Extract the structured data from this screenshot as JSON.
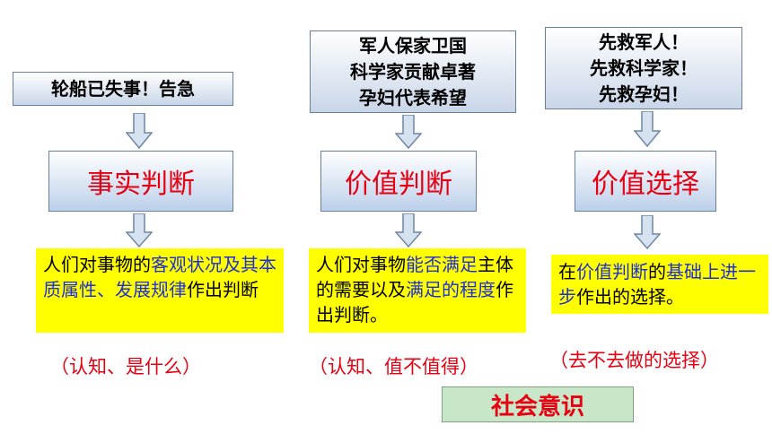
{
  "columns": [
    {
      "top_lines": [
        "轮船已失事！告急"
      ],
      "judgement": "事实判断",
      "desc": [
        {
          "t": "人们对事物的",
          "hl": false
        },
        {
          "t": "客观状况及其本质属性、发展规律",
          "hl": true
        },
        {
          "t": "作出判断",
          "hl": false
        }
      ],
      "note": "（认知、是什么）"
    },
    {
      "top_lines": [
        "军人保家卫国",
        "科学家贡献卓著",
        "孕妇代表希望"
      ],
      "judgement": "价值判断",
      "desc": [
        {
          "t": "人们对事物",
          "hl": false
        },
        {
          "t": "能否满足",
          "hl": true
        },
        {
          "t": "主体的需要以及",
          "hl": false
        },
        {
          "t": "满足的程度",
          "hl": true
        },
        {
          "t": "作出判断。",
          "hl": false
        }
      ],
      "note": "（认知、值不值得）"
    },
    {
      "top_lines": [
        "先救军人！",
        "先救科学家！",
        "先救孕妇！"
      ],
      "judgement": "价值选择",
      "desc": [
        {
          "t": "在",
          "hl": false
        },
        {
          "t": "价值判断",
          "hl": true
        },
        {
          "t": "的",
          "hl": false
        },
        {
          "t": "基础上进一步",
          "hl": true
        },
        {
          "t": "作出的选择。",
          "hl": false
        }
      ],
      "note": "（去不去做的选择）"
    }
  ],
  "footer": {
    "label": "社会意识"
  },
  "colors": {
    "red": "#e60012",
    "blue": "#1f2fd6",
    "yellow": "#ffff00",
    "green": "#c8e6c8"
  }
}
